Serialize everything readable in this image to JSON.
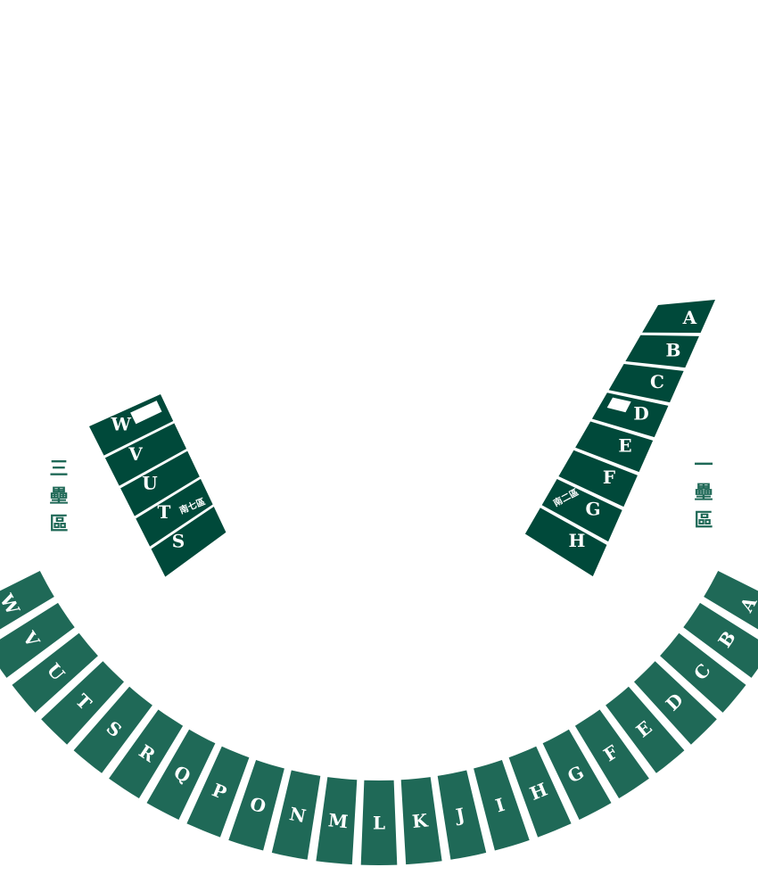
{
  "colors": {
    "upper": "#00493a",
    "lower": "#1f6957",
    "label": "#1f6957",
    "gap": "#ffffff"
  },
  "side_labels": {
    "left": [
      "三",
      "壘",
      "區"
    ],
    "right": [
      "一",
      "壘",
      "區"
    ]
  },
  "sections": {
    "lower_right": [
      "A",
      "B",
      "C",
      "D",
      "E",
      "F",
      "G",
      "H",
      "I"
    ],
    "lower_bottom": [
      "J",
      "K",
      "L",
      "M",
      "N",
      "O"
    ],
    "lower_left": [
      "P",
      "Q",
      "R",
      "S",
      "T",
      "U",
      "V",
      "W"
    ],
    "upper_right": [
      "A",
      "B",
      "C",
      "D",
      "E",
      "F",
      "G",
      "H"
    ],
    "upper_right_zone": "南二區",
    "upper_left": [
      "W",
      "V",
      "U",
      "T",
      "S"
    ],
    "upper_left_zone": "南七區"
  }
}
